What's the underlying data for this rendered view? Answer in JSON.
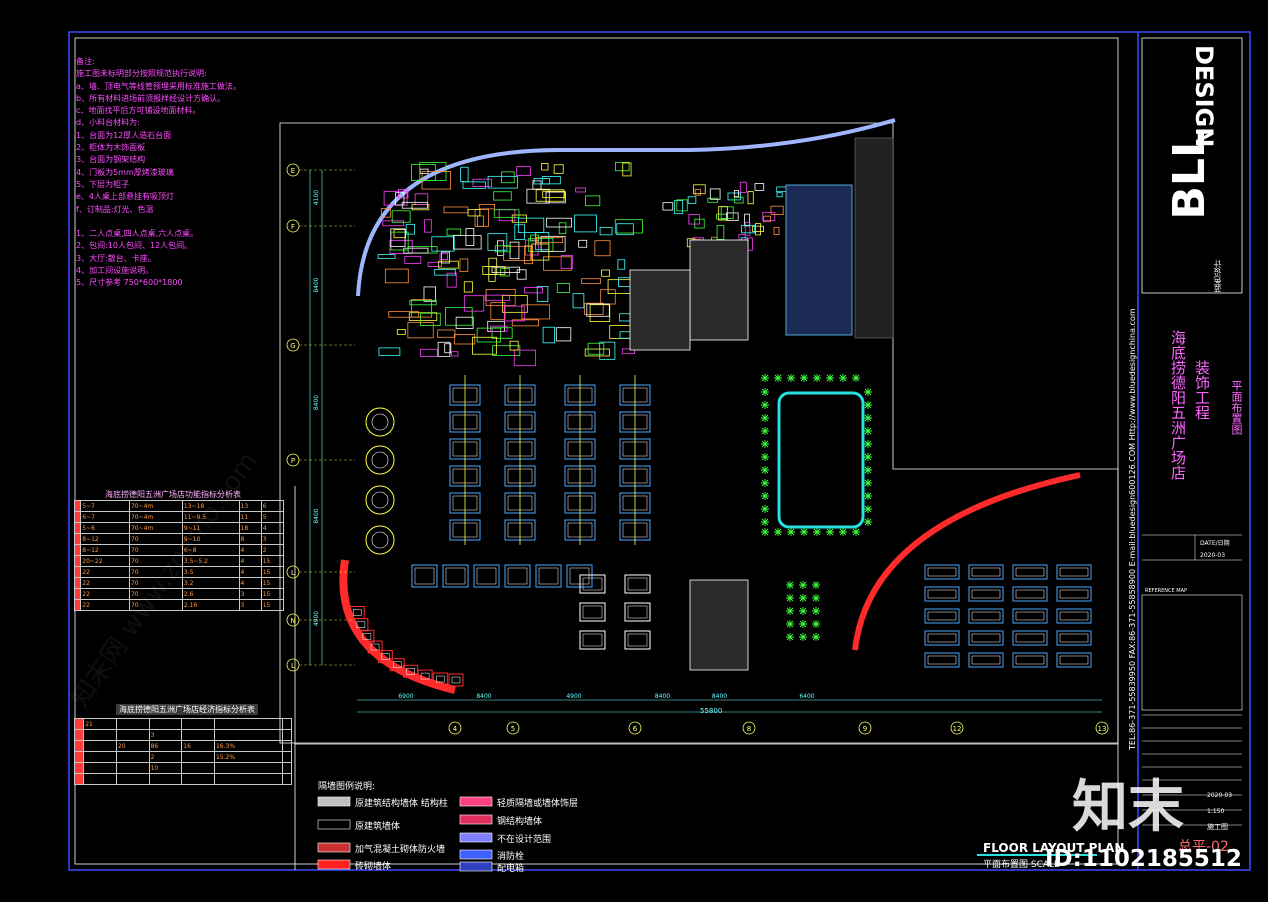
{
  "drawing": {
    "project_title_line1": "海底捞德阳五洲广场店",
    "project_title_line2": "装饰工程",
    "sheet_name": "平面布置图",
    "contact_line": "TEL:86-371-55839950 FAX:86-371-55858900 E-mail:bluedesign600126.COM Http://www.bluedesignchina.com",
    "firm_brand": "DESIGN",
    "firm_logo_text": "BLL",
    "firm_cn_small": "蓝色设计",
    "date_label": "DATE/日期",
    "date_value": "2020-03",
    "reference_label": "REFERENCE MAP",
    "date2": "2020-03",
    "scale": "1:150",
    "stage": "施工图",
    "sheet_no": "总平-02",
    "floor_layout_label": "FLOOR LAYOUT PLAN",
    "floor_layout_sub": "平面布置图 SCALE",
    "id_badge": "ID:1102185512",
    "watermark_main": "知末",
    "watermark_small": "知末网 www.znzmo.com"
  },
  "notes": {
    "lines": [
      "备注:",
      "施工图未标明部分按照规范执行说明:",
      "    a、墙、顶电气等线管预埋采用标准施工做法。",
      "    b、所有材料进场前须报样经设计方确认。",
      "    c、地面找平后方可铺设地面材料。",
      "    d、小料台材料为:",
      "       1、台面为12厚人造石台面",
      "       2、柜体为木饰面板",
      "       3、台面为钢架结构",
      "       4、门板为5mm厚烤漆玻璃",
      "       5、下层为柜子",
      "    e、4人桌上部悬挂有吸顶灯",
      "    f、订制品:灯光、色温",
      "",
      "1、二人点桌,四人点桌,六人点桌。",
      "2、包间:10人包间、12人包间。",
      "3、大厅:散台、卡座。",
      "4、加工间设施说明。",
      "5、尺寸参考 750*600*1800 "
    ]
  },
  "tables": {
    "table1_title": "海底捞德阳五洲广场店功能指标分析表",
    "table2_title": "海底捞德阳五洲广场店经济指标分析表",
    "table1_rows": [
      [
        "",
        "5~7",
        "70~4m",
        "13~18",
        "13",
        "6"
      ],
      [
        "",
        "6~7",
        "70~4m",
        "11~9.5",
        "11",
        "5"
      ],
      [
        "",
        "5~6",
        "70~4m",
        "9~11",
        "18",
        "4"
      ],
      [
        "",
        "8~12",
        "70",
        "9~10",
        "8",
        "3"
      ],
      [
        "",
        "8~12",
        "70",
        "6~8",
        "4",
        "2"
      ],
      [
        "",
        "20~22",
        "70",
        "3.5~5.2",
        "4",
        "15"
      ],
      [
        "",
        "22",
        "70",
        "3.5",
        "4",
        "15"
      ],
      [
        "",
        "22",
        "70",
        "3.2",
        "4",
        "15"
      ],
      [
        "",
        "22",
        "70",
        "2.6",
        "3",
        "15"
      ],
      [
        "",
        "22",
        "70",
        "2.16",
        "3",
        "15"
      ]
    ],
    "table2_rows": [
      [
        "",
        "21",
        "",
        "",
        "",
        "",
        ""
      ],
      [
        "",
        "",
        "",
        "3",
        "",
        "",
        ""
      ],
      [
        "",
        "",
        "20",
        "86",
        "16",
        "16.3%",
        ""
      ],
      [
        "",
        "",
        "",
        "2",
        "",
        "15.2%",
        ""
      ],
      [
        "",
        "",
        "",
        "10",
        "",
        "",
        ""
      ],
      [
        "",
        "",
        "",
        "",
        "",
        "",
        ""
      ]
    ]
  },
  "axes": {
    "left": [
      "E",
      "F",
      "G",
      "P",
      "L",
      "N",
      "L"
    ],
    "bottom": [
      "4",
      "5",
      "6",
      "8",
      "9",
      "12",
      "13"
    ],
    "bottom_dims": [
      "6900",
      "8400",
      "4900",
      "8400",
      "8400",
      "6400"
    ],
    "total_dim": "55800",
    "left_dims": [
      "4100",
      "8400",
      "8400",
      "8400",
      "4900"
    ]
  },
  "legend": {
    "title": "隔墙图例说明:",
    "items": [
      {
        "label": "原建筑结构墙体 结构柱",
        "color": "#bfbfbf"
      },
      {
        "label": "原建筑墙体",
        "color": "#000000"
      },
      {
        "label": "加气混凝土砌体防火墙",
        "color": "#c83232"
      },
      {
        "label": "砖砌墙体",
        "color": "#ff2020"
      },
      {
        "label": "轻质隔墙或墙体饰层",
        "color": "#ff4080"
      },
      {
        "label": "钢结构墙体",
        "color": "#e03060"
      },
      {
        "label": "不在设计范围",
        "color": "#8080ff"
      },
      {
        "label": "消防栓",
        "color": "#4060ff"
      },
      {
        "label": "配电箱",
        "color": "#3040c0"
      }
    ]
  },
  "colors": {
    "frame": "#3b4bff",
    "wall": "#e8e8e8",
    "accent_red": "#ff2a2a",
    "furniture_blue": "#4aa8ff",
    "plant_green": "#3fff3f",
    "pool": "#29e0e0"
  }
}
